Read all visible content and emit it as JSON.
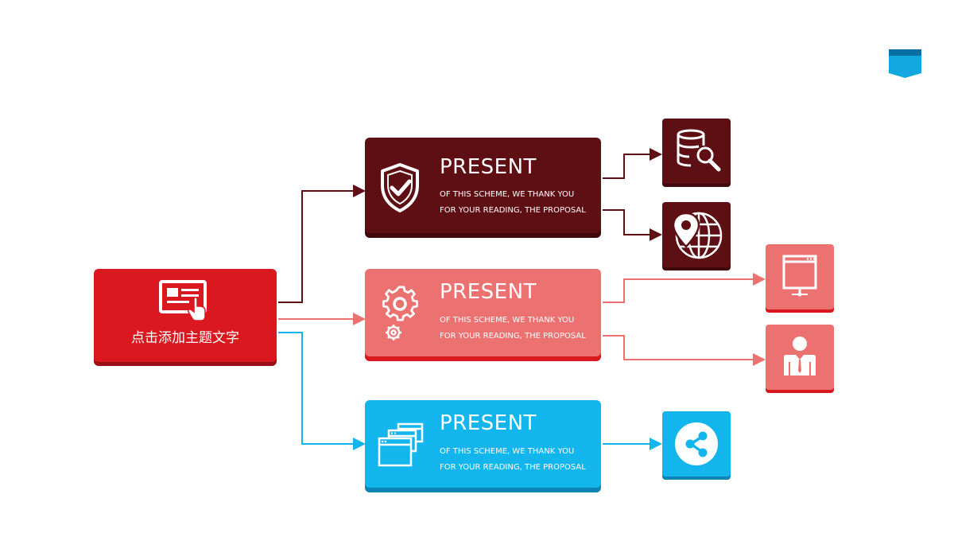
{
  "root": {
    "label": "点击添加主题文字",
    "color": "#d9191f"
  },
  "cards": [
    {
      "title": "PRESENT",
      "line1": "OF THIS SCHEME, WE THANK YOU",
      "line2": "FOR YOUR READING, THE PROPOSAL",
      "color": "#5e0f14",
      "icon": "shield-check-icon"
    },
    {
      "title": "PRESENT",
      "line1": "OF THIS SCHEME, WE THANK YOU",
      "line2": "FOR YOUR READING, THE PROPOSAL",
      "color": "#ec7272",
      "icon": "gears-icon"
    },
    {
      "title": "PRESENT",
      "line1": "OF THIS SCHEME, WE THANK YOU",
      "line2": "FOR YOUR READING, THE PROPOSAL",
      "color": "#12b5ec",
      "icon": "browser-windows-icon"
    }
  ],
  "tiles": [
    {
      "icon": "database-search-icon",
      "color": "#5e0f14"
    },
    {
      "icon": "globe-location-icon",
      "color": "#5e0f14"
    },
    {
      "icon": "monitor-icon",
      "color": "#ec7272"
    },
    {
      "icon": "businessman-icon",
      "color": "#ec7272"
    },
    {
      "icon": "share-icon",
      "color": "#12b5ec"
    }
  ],
  "accent_bookmark": {
    "icon": "bookmark-icon",
    "color": "#0e8fc9"
  }
}
